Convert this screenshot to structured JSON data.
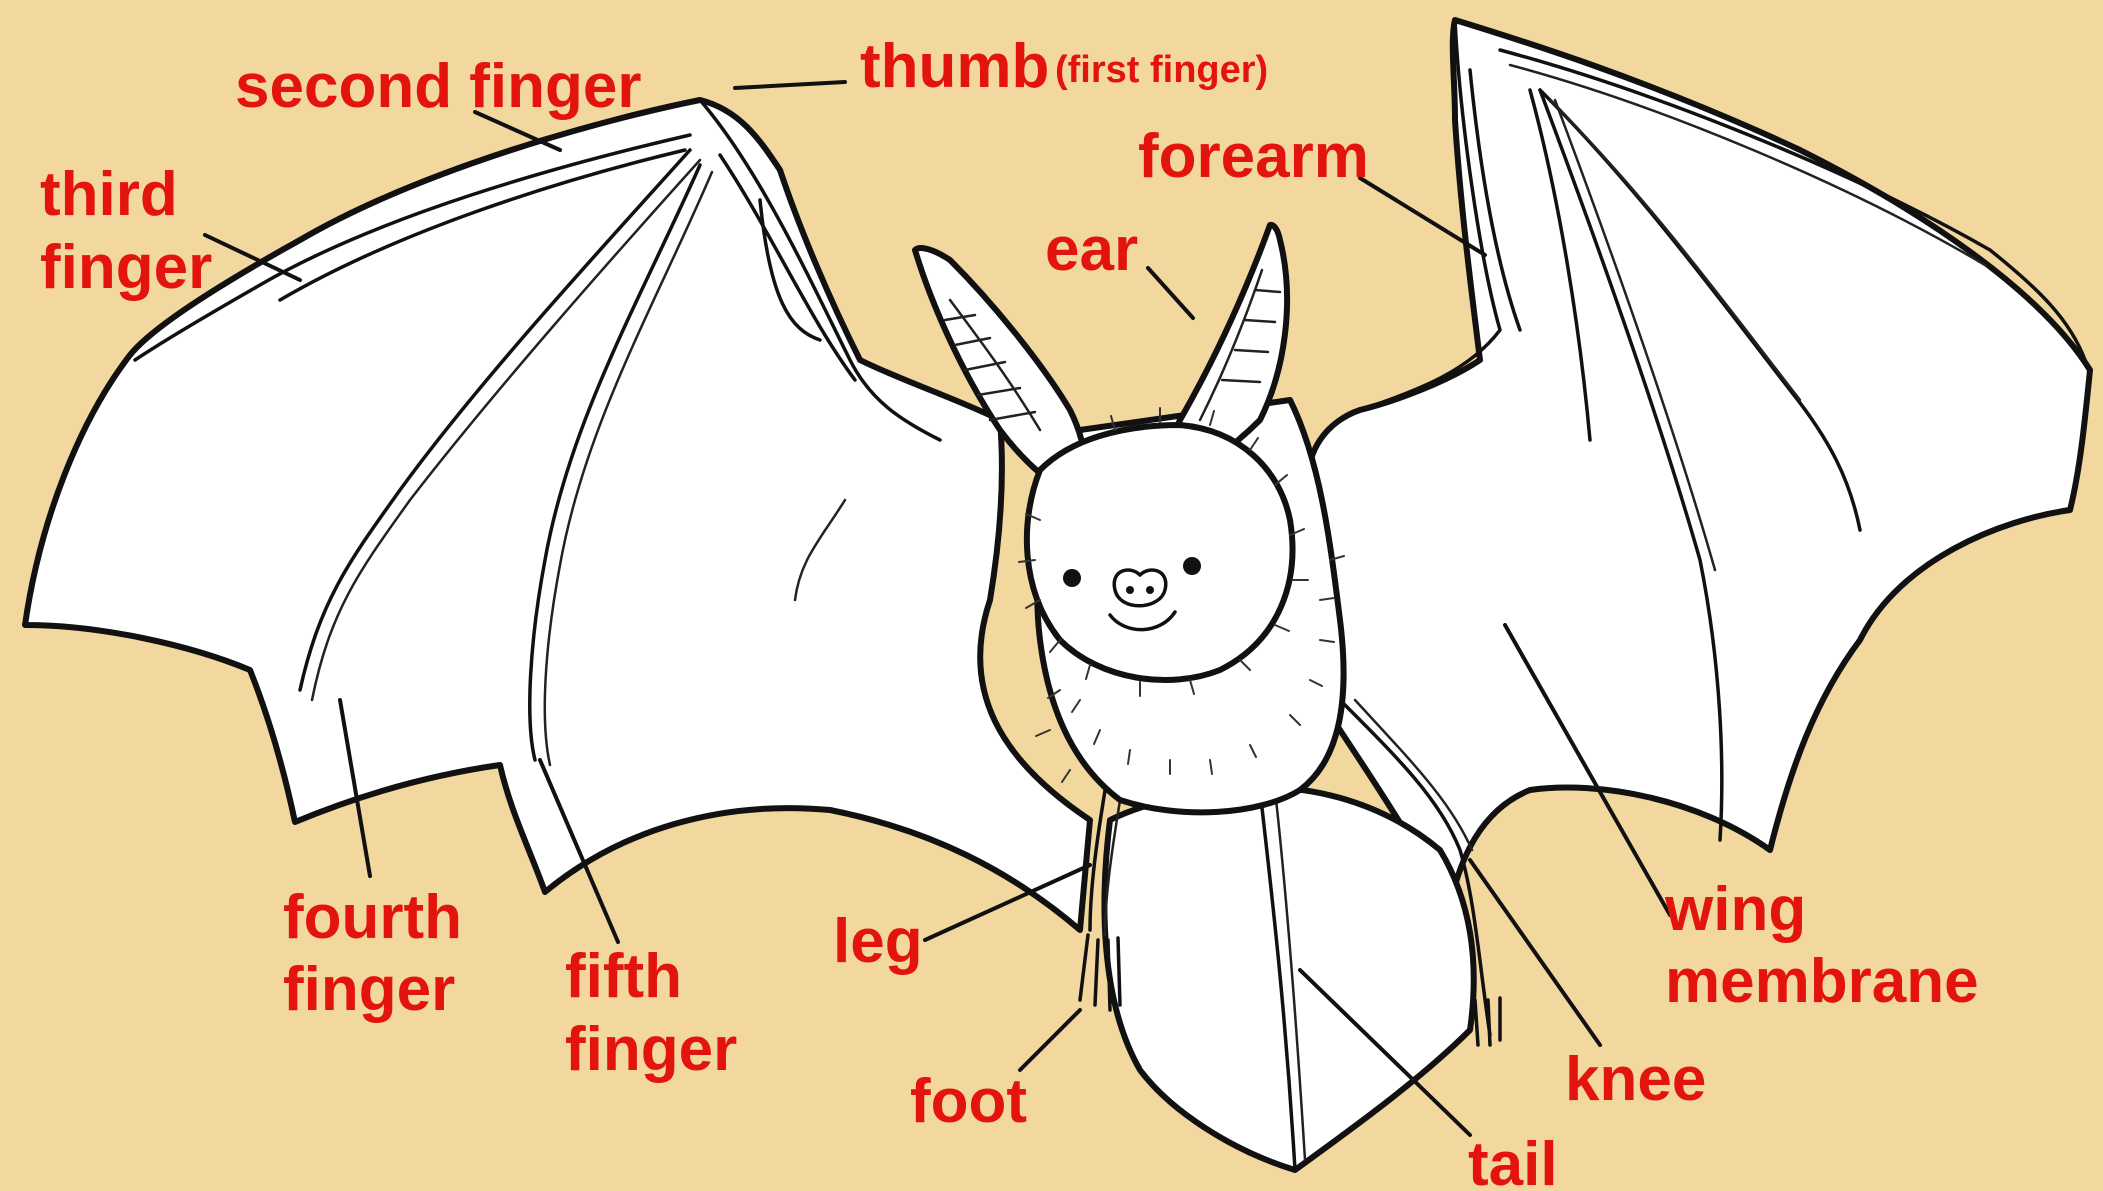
{
  "labels": {
    "second_finger": "second finger",
    "thumb": "thumb",
    "thumb_note": "(first finger)",
    "third_finger_1": "third",
    "third_finger_2": "finger",
    "forearm": "forearm",
    "ear": "ear",
    "fourth_finger_1": "fourth",
    "fourth_finger_2": "finger",
    "fifth_finger_1": "fifth",
    "fifth_finger_2": "finger",
    "leg": "leg",
    "foot": "foot",
    "tail": "tail",
    "knee": "knee",
    "wing_membrane_1": "wing",
    "wing_membrane_2": "membrane"
  },
  "colors": {
    "background": "#F2D89E",
    "label": "#E3140E",
    "line": "#111111",
    "body": "#FFFFFF"
  }
}
